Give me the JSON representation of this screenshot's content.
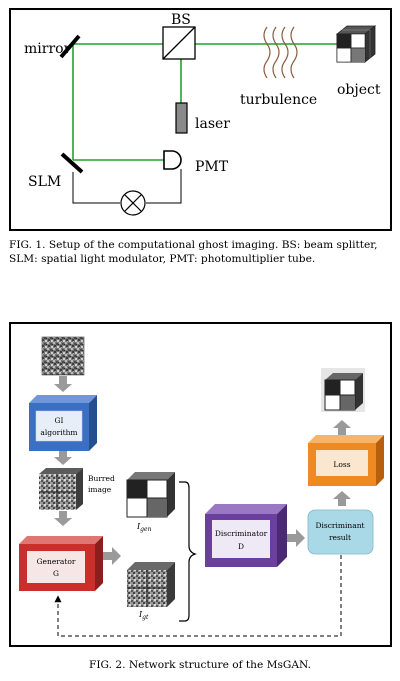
{
  "figure1": {
    "labels": {
      "bs": "BS",
      "mirror": "mirror",
      "object": "object",
      "turbulence": "turbulence",
      "laser": "laser",
      "slm": "SLM",
      "pmt": "PMT"
    },
    "caption": "FIG. 1. Setup of the computational ghost imaging. BS: beam splitter, SLM: spatial light modulator, PMT: photomultiplier tube.",
    "colors": {
      "beam": "#1fa32b",
      "wire": "#000000"
    }
  },
  "figure2": {
    "labels": {
      "gi_line1": "GI",
      "gi_line2": "algorithm",
      "blurred_line1": "Burred",
      "blurred_line2": "image",
      "igen_base": "I",
      "igen_sub": "gen",
      "igt_base": "I",
      "igt_sub": "gt",
      "generator_line1": "Generator",
      "generator_line2": "G",
      "discriminator_line1": "Discriminator",
      "discriminator_line2": "D",
      "disc_result_line1": "Discriminant",
      "disc_result_line2": "result",
      "loss": "Loss"
    },
    "caption": "FIG. 2. Network structure of the MsGAN.",
    "colors": {
      "gi_block": "#3a6fc4",
      "generator_block": "#c9302c",
      "discriminator_block": "#6b3f9e",
      "loss_block": "#ef8a22",
      "result_block": "#a9d8e6",
      "arrow": "#9a9a9a"
    }
  }
}
